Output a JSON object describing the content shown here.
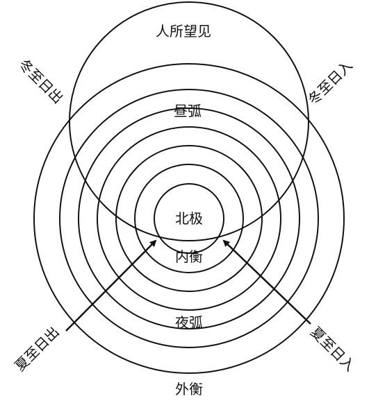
{
  "labels": {
    "north_pole": "北极",
    "inner_heng": "内衡",
    "outer_heng": "外衡",
    "day_arc": "昼弧",
    "night_arc": "夜弧",
    "visible_region": "人所望见",
    "winter_sunrise": "冬至日出",
    "winter_sunset": "冬至日入",
    "summer_sunrise": "夏至日出",
    "summer_sunset": "夏至日入"
  },
  "colors": {
    "stroke": "#111111",
    "background": "#ffffff"
  },
  "structure": {
    "concentric_circle_count": 7,
    "arrow_count": 2
  }
}
